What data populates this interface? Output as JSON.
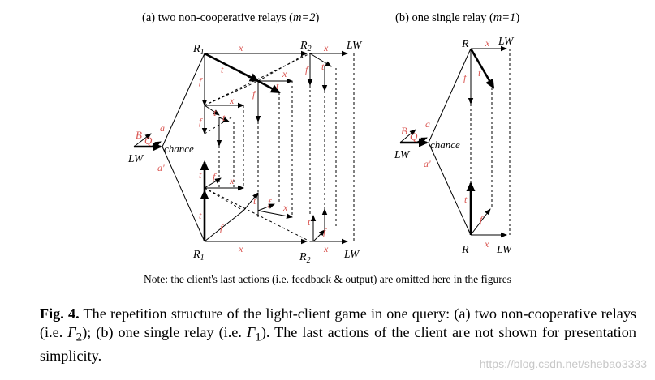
{
  "figure": {
    "title_a_prefix": "(a) two non-cooperative relays (",
    "title_a_param": "m=2",
    "title_a_suffix": ")",
    "title_b_prefix": "(b) one single relay (",
    "title_b_param": "m=1",
    "title_b_suffix": ")",
    "labels": {
      "R1": "R",
      "R1_sub": "1",
      "R2": "R",
      "R2_sub": "2",
      "R": "R",
      "LW": "LW",
      "chance": "chance",
      "B": "B",
      "Q": "Q",
      "a": "a",
      "a_prime": "a'",
      "x": "x",
      "t": "t",
      "f": "f"
    },
    "note": "Note: the client's last actions (i.e. feedback & output) are omitted here in the figures"
  },
  "caption": {
    "fig_label": "Fig. 4.",
    "text_1": " The repetition structure of the light-client game in one query: (a) two non-cooperative relays (i.e. ",
    "gamma2": "Γ",
    "gamma2_sub": "2",
    "text_2": "); (b) one single relay (i.e. ",
    "gamma1": "Γ",
    "gamma1_sub": "1",
    "text_3": "). The last actions of the client are not shown for presentation simplicity."
  },
  "watermark": "https://blog.csdn.net/shebao3333",
  "colors": {
    "label_red": "#d9534f",
    "line": "#000000",
    "watermark": "#c8c8c8"
  }
}
